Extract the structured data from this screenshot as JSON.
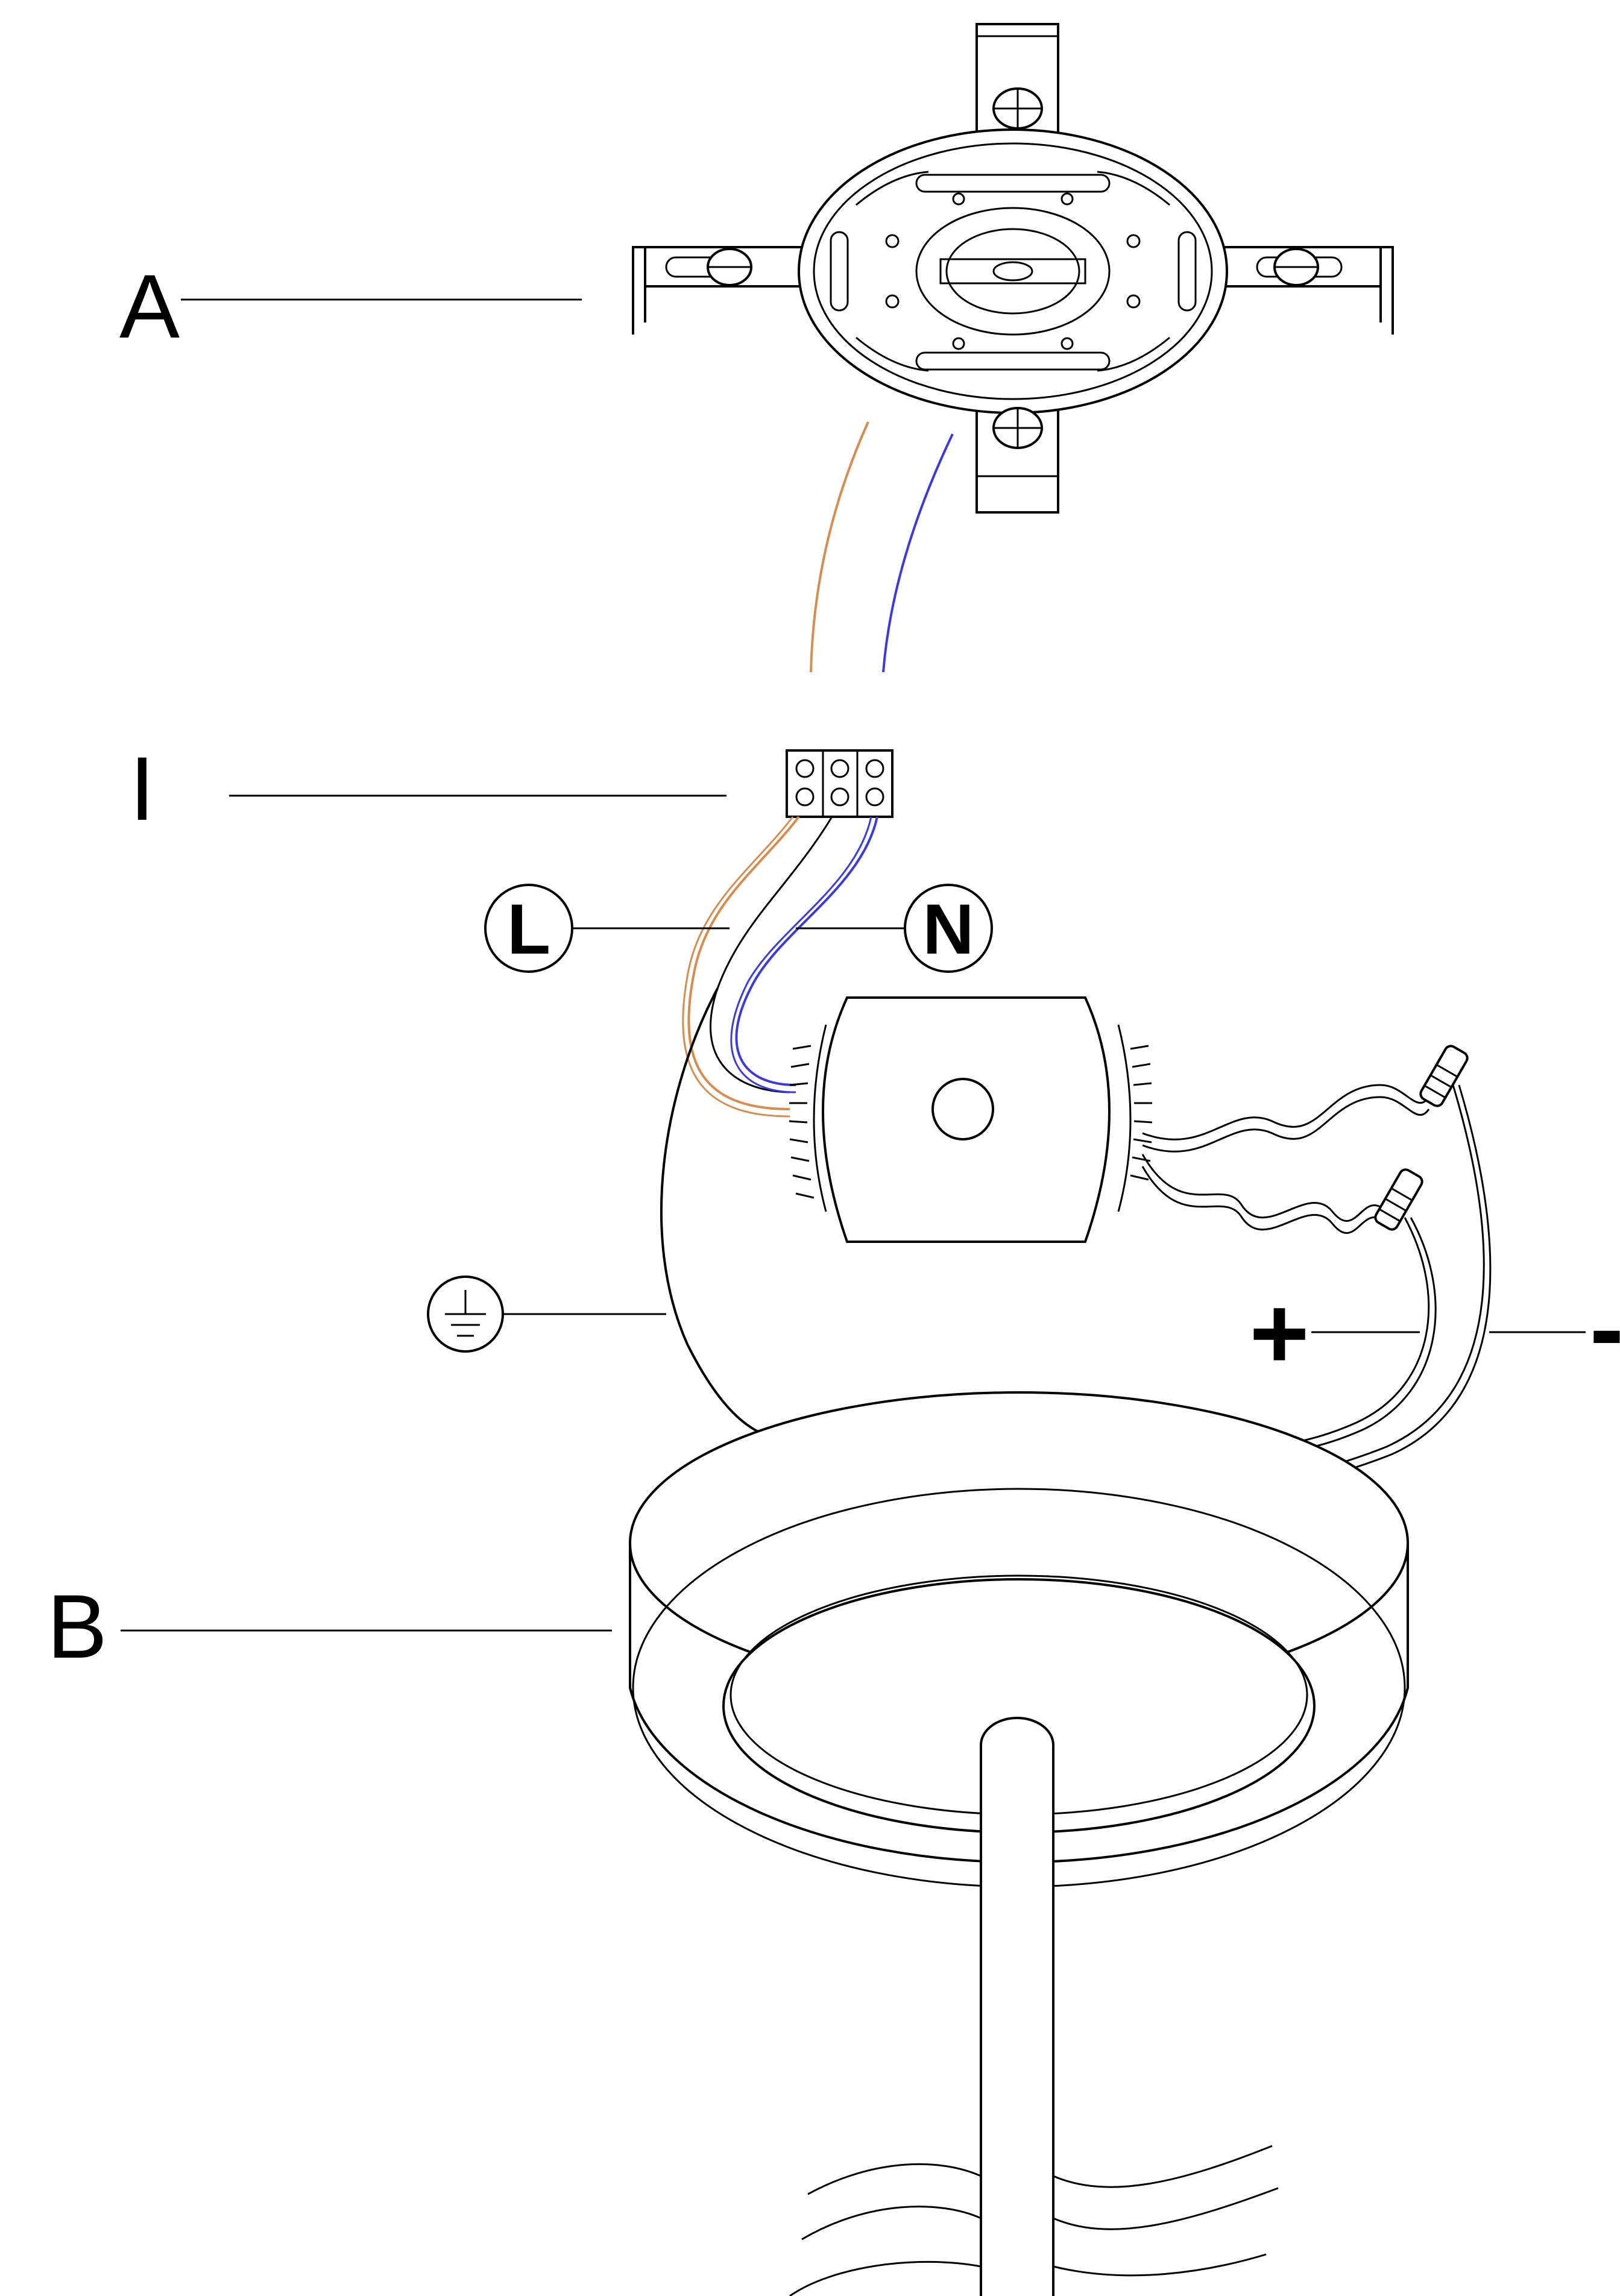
{
  "labels": {
    "part_a": "A",
    "part_i": "I",
    "part_b": "B",
    "live": "L",
    "neutral": "N",
    "positive": "+",
    "negative": "-"
  },
  "colors": {
    "live_wire": "#d98c4f",
    "neutral_wire": "#3a3adf",
    "line": "#000000"
  },
  "icons": {
    "earth_symbol": "earth-ground-icon"
  }
}
